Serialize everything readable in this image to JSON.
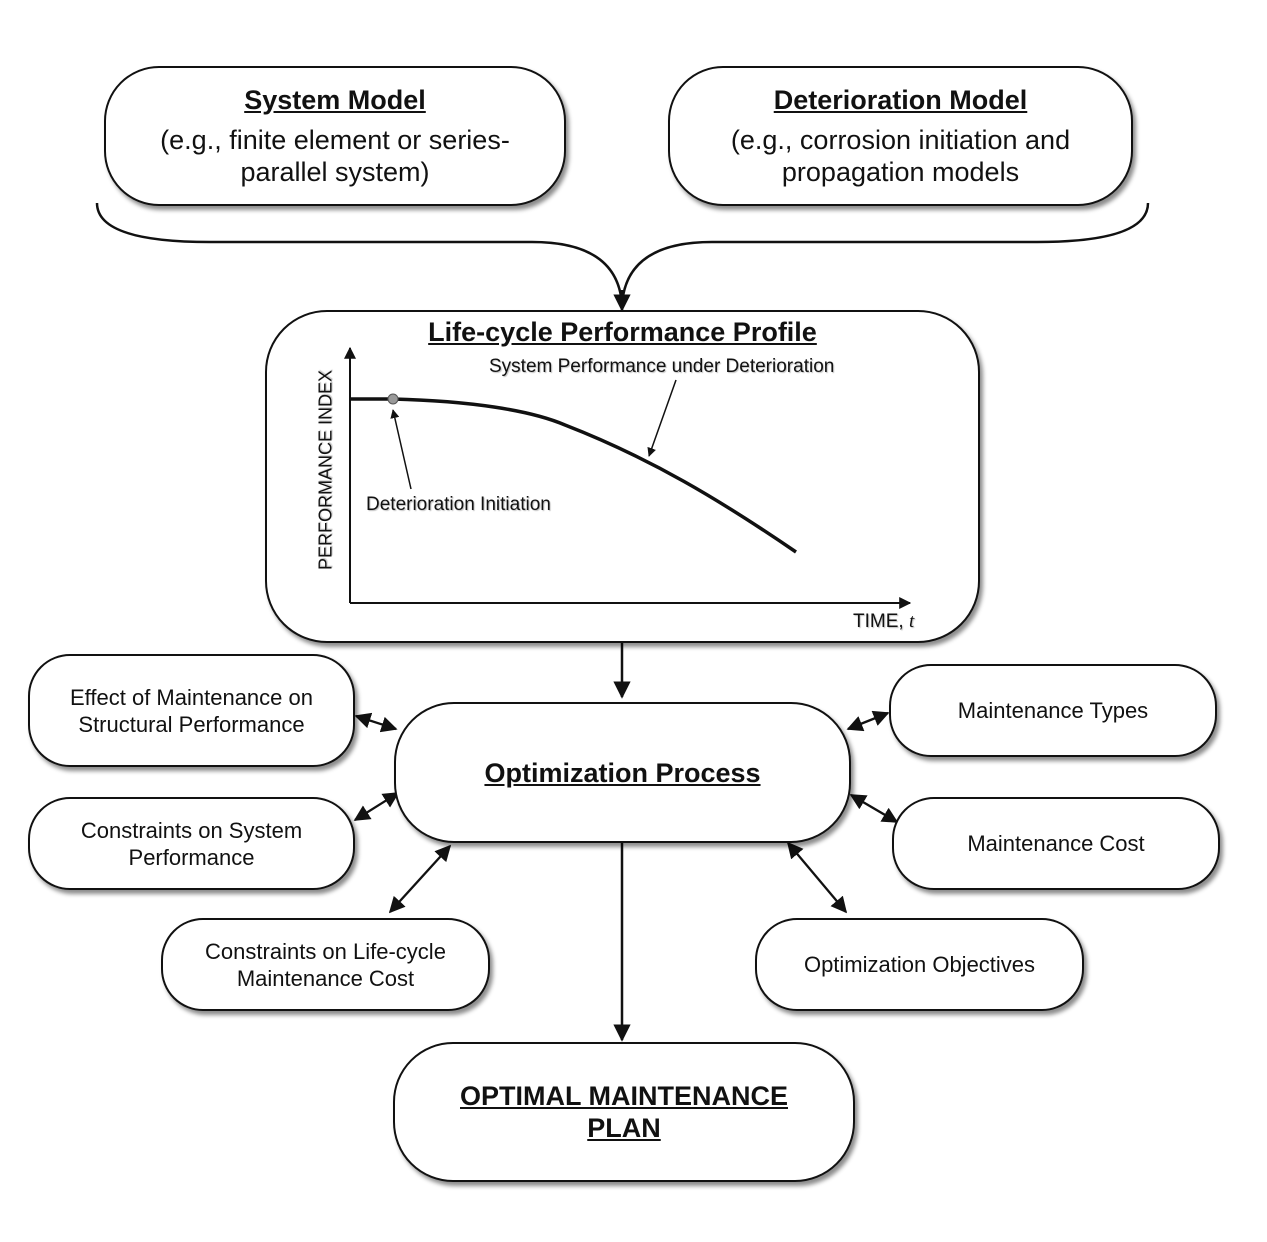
{
  "system_model": {
    "title": "System Model",
    "desc": "(e.g., finite element or series-parallel system)"
  },
  "deterioration_model": {
    "title": "Deterioration Model",
    "desc": "(e.g., corrosion initiation and propagation models"
  },
  "profile": {
    "title": "Life-cycle Performance Profile",
    "y_label": "PERFORMANCE INDEX",
    "x_label": "TIME,",
    "x_symbol": "t",
    "curve_label": "System Performance under Deterioration",
    "point_label": "Deterioration Initiation"
  },
  "optimization": {
    "title": "Optimization Process"
  },
  "inputs": {
    "effect": "Effect of Maintenance on Structural Performance",
    "constraints_system": "Constraints on System Performance",
    "constraints_cost": "Constraints on Life-cycle Maintenance Cost",
    "types": "Maintenance Types",
    "cost": "Maintenance Cost",
    "objectives": "Optimization Objectives"
  },
  "result": {
    "title": "OPTIMAL MAINTENANCE PLAN"
  }
}
